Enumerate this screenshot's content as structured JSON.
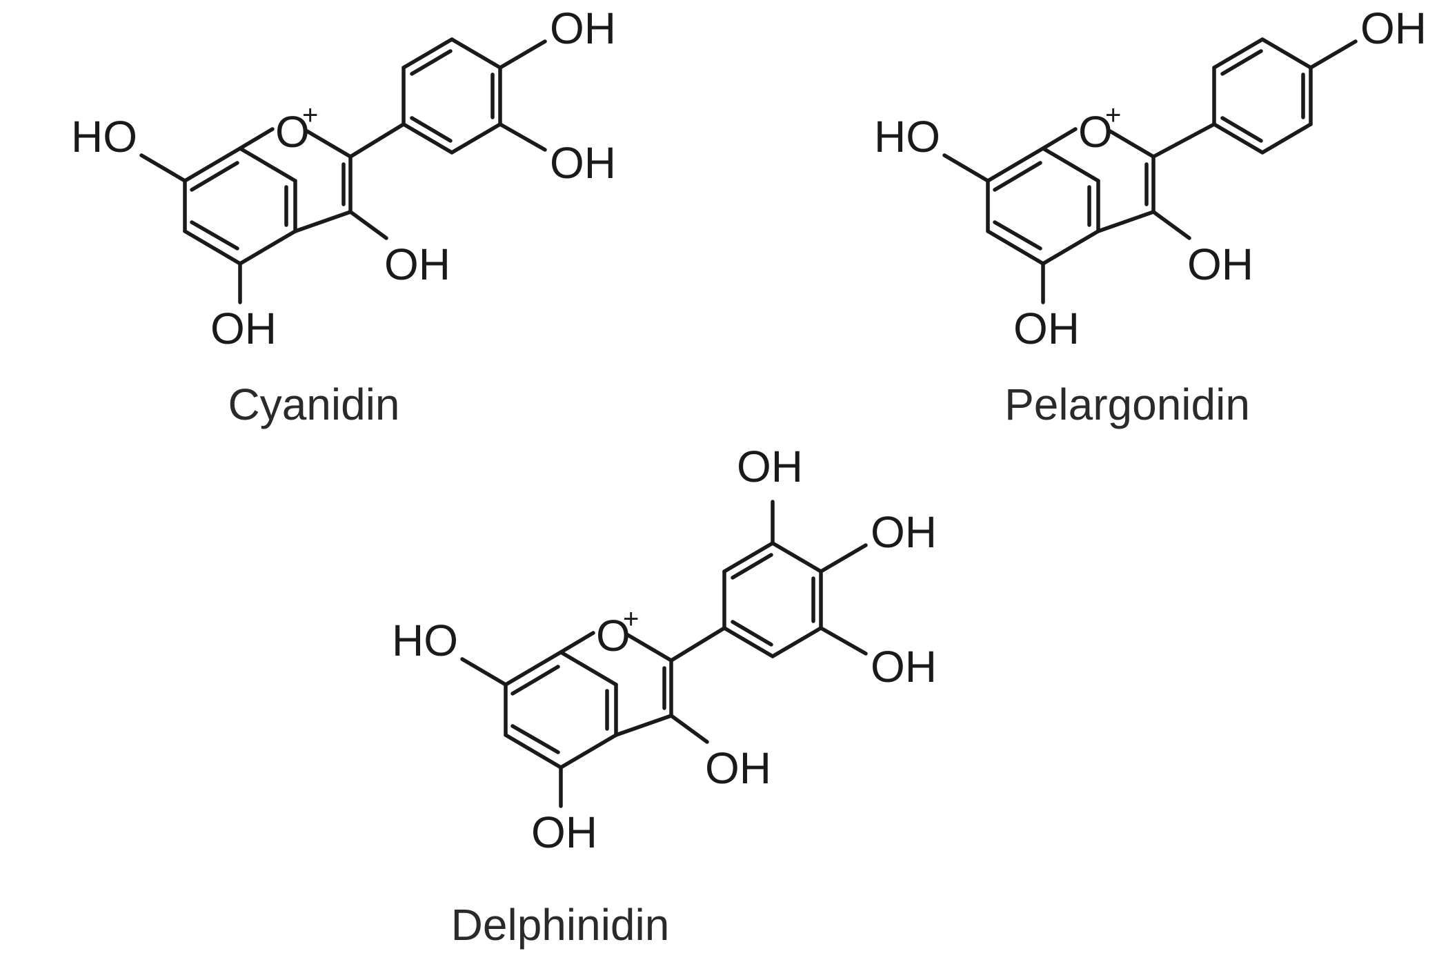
{
  "molecules": [
    {
      "name": "Cyanidin",
      "labels": {
        "ring_oxygen": "O",
        "ring_oxygen_charge": "+",
        "oh7": "HO",
        "oh5": "OH",
        "oh3": "OH",
        "oh3p": "OH",
        "oh4p": "OH"
      }
    },
    {
      "name": "Pelargonidin",
      "labels": {
        "ring_oxygen": "O",
        "ring_oxygen_charge": "+",
        "oh7": "HO",
        "oh5": "OH",
        "oh3": "OH",
        "oh4p": "OH"
      }
    },
    {
      "name": "Delphinidin",
      "labels": {
        "ring_oxygen": "O",
        "ring_oxygen_charge": "+",
        "oh7": "HO",
        "oh5": "OH",
        "oh3": "OH",
        "oh3p": "OH",
        "oh4p": "OH",
        "oh5p": "OH"
      }
    }
  ]
}
